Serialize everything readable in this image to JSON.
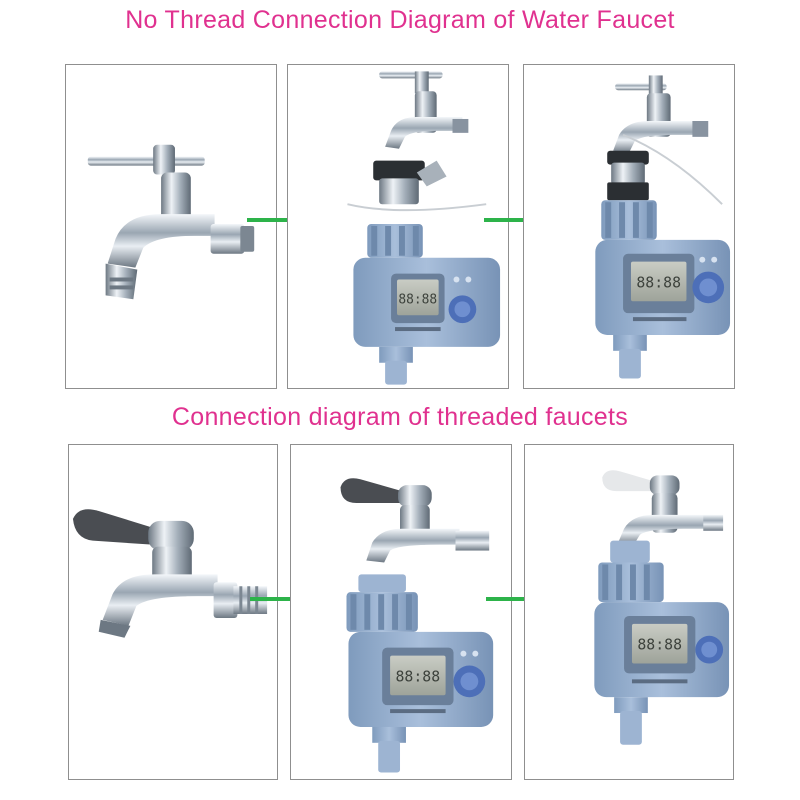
{
  "headings": {
    "no_thread": "No Thread Connection Diagram of Water Faucet",
    "threaded": "Connection diagram of threaded faucets"
  },
  "colors": {
    "heading": "#e0318f",
    "arrow": "#2db34a",
    "timer_body": "#8ea9c9",
    "chrome": "#b9c3ce"
  },
  "rows": [
    {
      "id": "no_thread",
      "steps": [
        "unthreaded-faucet",
        "faucet-with-quick-adapter",
        "faucet-connected-to-timer"
      ]
    },
    {
      "id": "threaded",
      "steps": [
        "threaded-faucet",
        "faucet-above-timer",
        "faucet-connected-to-timer"
      ]
    }
  ],
  "icons": [
    "arrow-right-icon",
    "faucet-icon",
    "water-timer-icon",
    "adapter-icon"
  ]
}
